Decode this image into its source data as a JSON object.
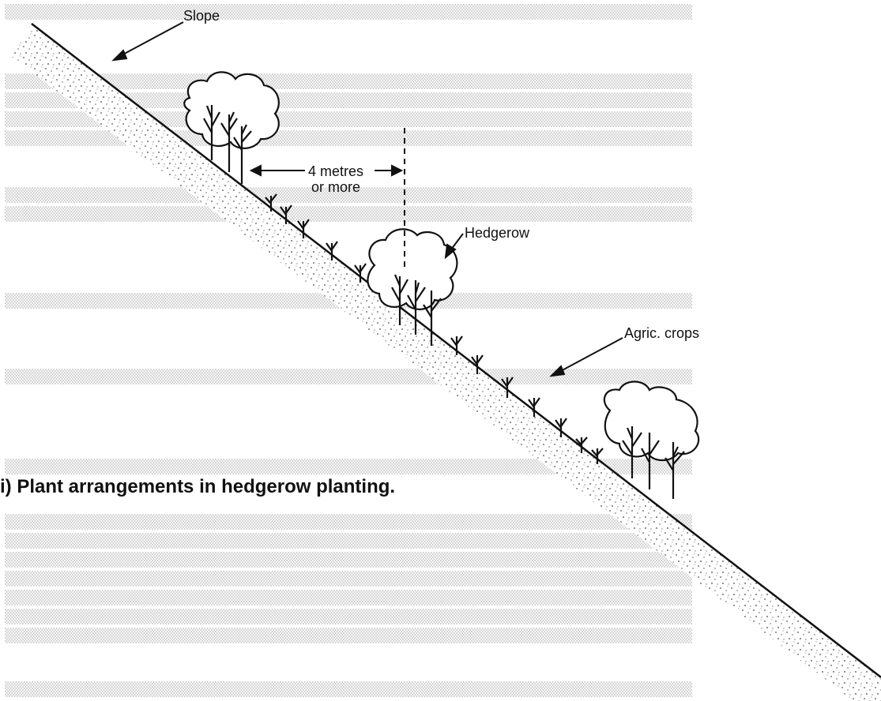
{
  "diagram": {
    "labels": {
      "slope": "Slope",
      "hedgerow": "Hedgerow",
      "crops": "Agric. crops",
      "spacing_line1": "4 metres",
      "spacing_line2": "or more"
    },
    "caption": "i)  Plant arrangements in hedgerow planting."
  }
}
